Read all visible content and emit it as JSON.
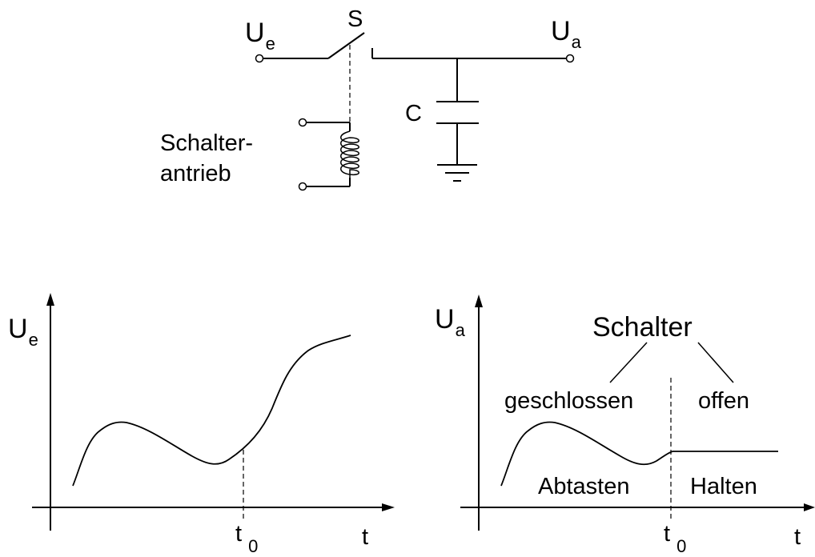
{
  "circuit": {
    "input_main": "U",
    "input_sub": "e",
    "switch_label": "S",
    "output_main": "U",
    "output_sub": "a",
    "capacitor_label": "C",
    "drive_label_line1": "Schalter-",
    "drive_label_line2": "antrieb"
  },
  "input_plot": {
    "y_main": "U",
    "y_sub": "e",
    "x_label": "t",
    "tick_main": "t",
    "tick_sub": "0"
  },
  "output_plot": {
    "y_main": "U",
    "y_sub": "a",
    "x_label": "t",
    "tick_main": "t",
    "tick_sub": "0",
    "switch_heading": "Schalter",
    "state_closed": "geschlossen",
    "state_open": "offen",
    "phase_sample": "Abtasten",
    "phase_hold": "Halten"
  },
  "colors": {
    "ink": "#000000",
    "background": "#ffffff"
  }
}
